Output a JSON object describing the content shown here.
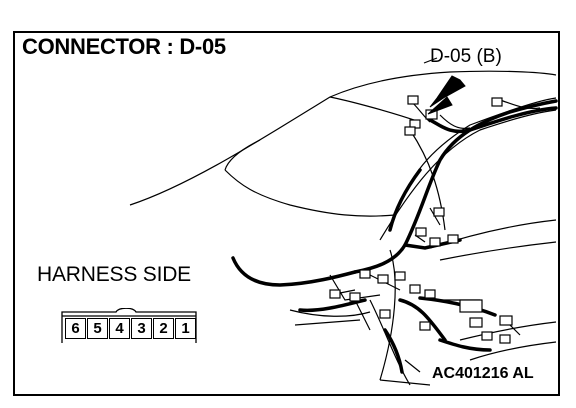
{
  "title": "CONNECTOR : D-05",
  "callout": "D-05 (B)",
  "harness_label": "HARNESS SIDE",
  "pins": [
    "6",
    "5",
    "4",
    "3",
    "2",
    "1"
  ],
  "figure_code": "AC401216 AL"
}
